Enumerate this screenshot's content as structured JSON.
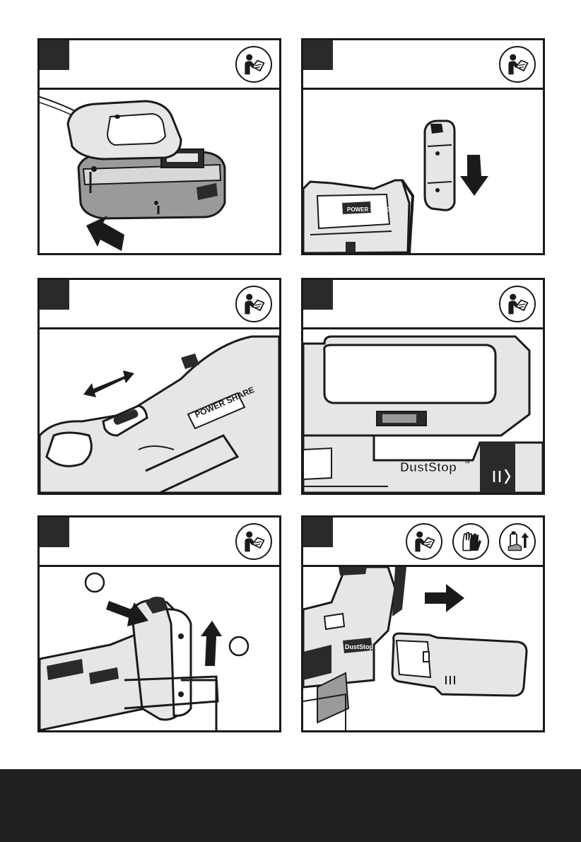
{
  "panels": [
    {
      "step": "",
      "icons": [
        "read-manual-icon"
      ],
      "illustration": "battery-charger"
    },
    {
      "step": "",
      "icons": [
        "read-manual-icon"
      ],
      "illustration": "battery-insertion"
    },
    {
      "step": "",
      "icons": [
        "read-manual-icon"
      ],
      "illustration": "speed-control"
    },
    {
      "step": "",
      "icons": [
        "read-manual-icon"
      ],
      "illustration": "duststop-housing"
    },
    {
      "step": "",
      "icons": [
        "read-manual-icon"
      ],
      "illustration": "dust-box-release",
      "callouts": [
        "",
        ""
      ]
    },
    {
      "step": "",
      "icons": [
        "read-manual-icon",
        "gloves-icon",
        "remove-battery-icon"
      ],
      "illustration": "dust-box-removal"
    }
  ],
  "labels": {
    "brand_badge": "POWER SHARE",
    "duststop": "DustStop",
    "duststop_small": "DustStop",
    "trademark": "™"
  },
  "colors": {
    "ink": "#1a1a1a",
    "fill_light": "#e6e6e6",
    "fill_mid": "#9a9a9a",
    "footer": "#202020"
  }
}
